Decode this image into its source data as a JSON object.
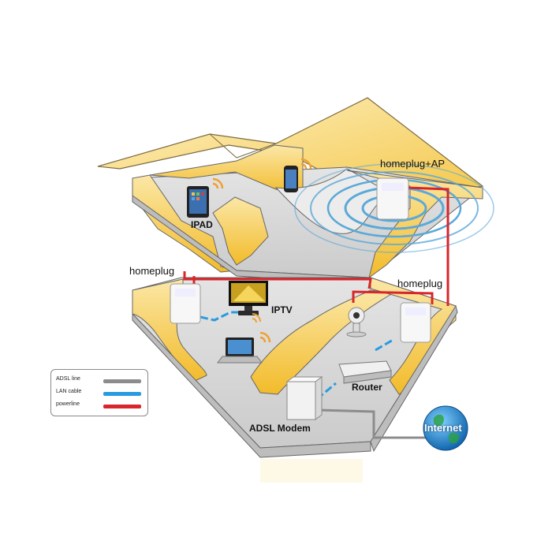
{
  "labels": {
    "ipad": "IPAD",
    "homeplug_ap": "homeplug+AP",
    "homeplug_left": "homeplug",
    "homeplug_right": "homeplug",
    "iptv": "IPTV",
    "router": "Router",
    "adsl_modem": "ADSL Modem",
    "internet": "Internet"
  },
  "legend": {
    "items": [
      {
        "label": "ADSL line",
        "color": "#8c8c8c"
      },
      {
        "label": "LAN cable",
        "color": "#2a9be0"
      },
      {
        "label": "powerline",
        "color": "#d8262a"
      }
    ]
  },
  "colors": {
    "wall": "#f6c93c",
    "wall_light": "#fbe4a0",
    "floor": "#d4d4d4",
    "floor_top": "#dadada",
    "wifi": "#5aa9d8",
    "signal": "#f0a030"
  }
}
